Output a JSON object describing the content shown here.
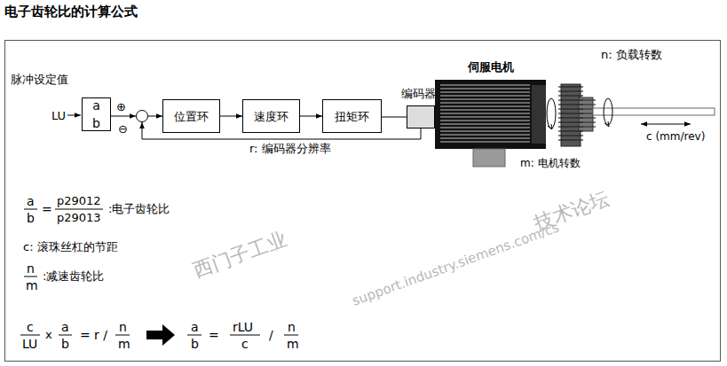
{
  "diagram": {
    "title": "电子齿轮比的计算公式",
    "nodes": [
      {
        "text": [
          "a",
          "b"
        ]
      },
      {
        "text": [
          "⊕",
          "⊖"
        ]
      },
      {
        "text": [
          "位置环"
        ]
      },
      {
        "text": [
          "速度环"
        ]
      },
      {
        "text": [
          "扭矩环"
        ]
      },
      {
        "text": [
          "编码器"
        ]
      }
    ],
    "edges": [
      {
        "from": 0,
        "to": 1,
        "arrow": "to"
      },
      {
        "from": 1,
        "to": 2,
        "arrow": "to"
      },
      {
        "from": 2,
        "to": 3,
        "arrow": "to"
      },
      {
        "from": 3,
        "to": 4,
        "arrow": "to"
      },
      {
        "from": 4,
        "to": 5,
        "arrow": "none"
      },
      {
        "from": 5,
        "to": 1,
        "label": "r: 编码器分辨率",
        "arrow": "to"
      }
    ],
    "labels": [
      "脉冲设定值",
      "LU",
      "伺服电机",
      "n: 负载转数",
      "c (mm/rev)",
      "m: 电机转数",
      "a",
      "b",
      "=",
      "p29012",
      "p29013",
      ":电子齿轮比",
      "c: 滚珠丝杠的节距",
      "n",
      "m",
      ":减速齿轮比",
      "c",
      "LU",
      "x",
      "a",
      "b",
      "=",
      "r /",
      "n",
      "m",
      "a",
      "b",
      "=",
      "rLU",
      "c",
      "/",
      "n",
      "m",
      "西门子工业",
      "技术论坛",
      "support.industry.siemens.com/cs"
    ]
  }
}
